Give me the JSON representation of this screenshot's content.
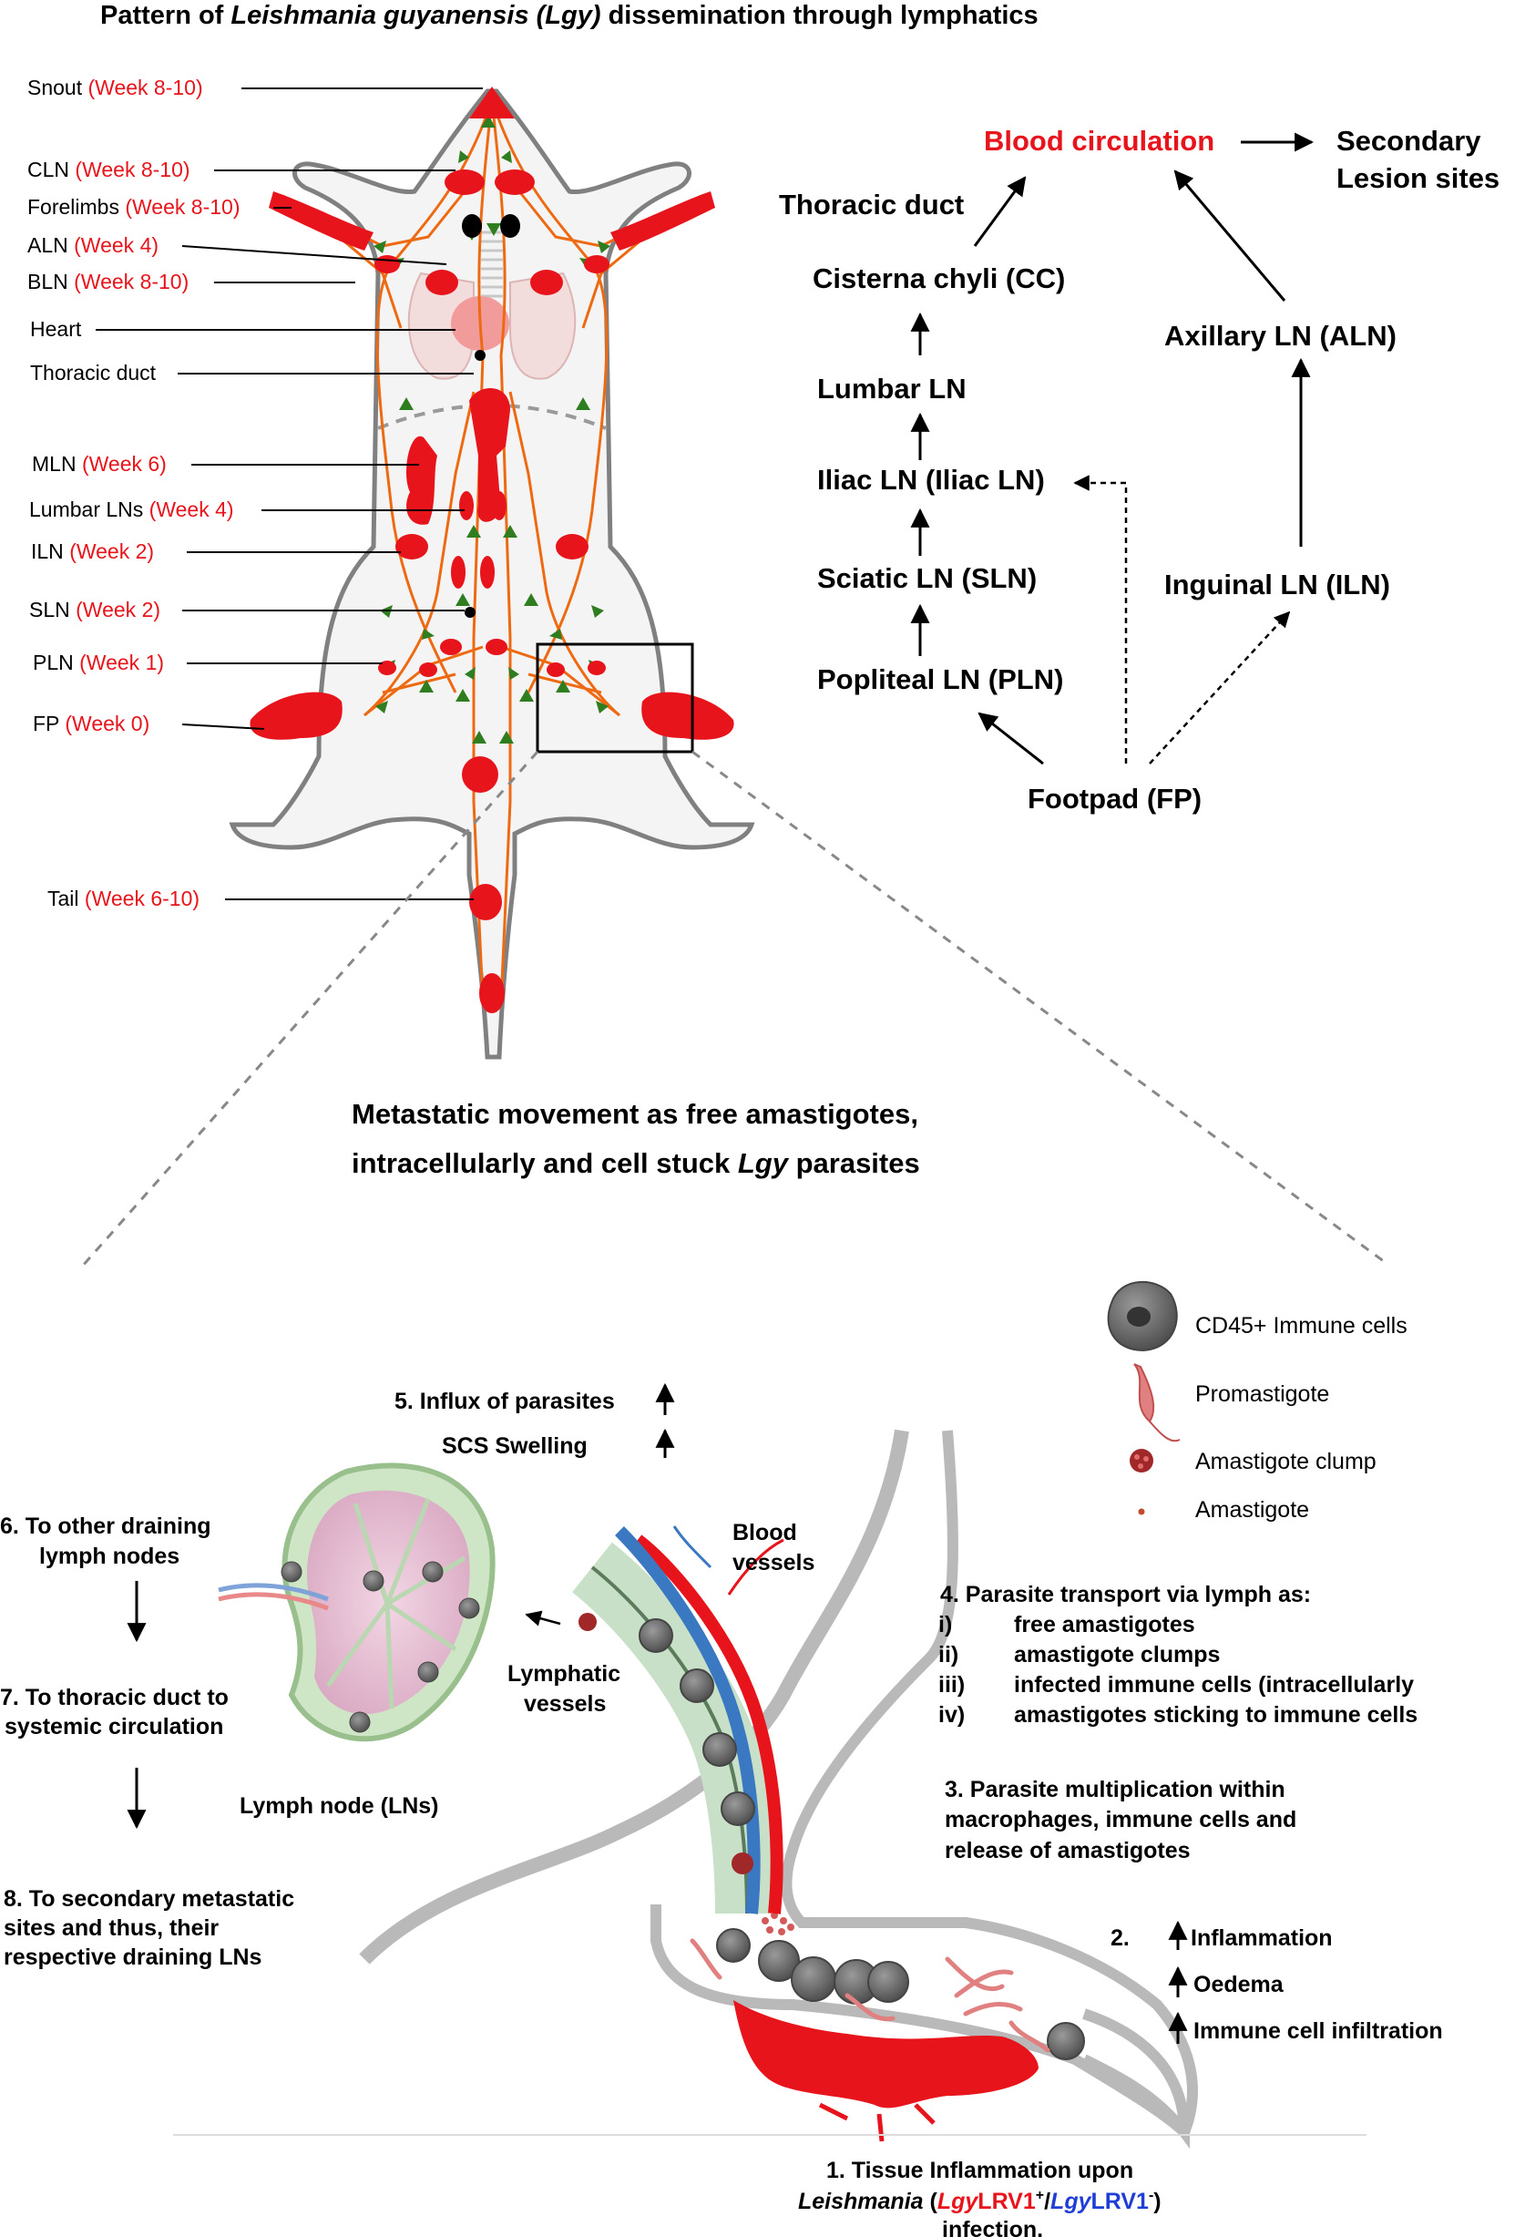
{
  "title": {
    "pre": "Pattern of ",
    "italic": "Leishmania guyanensis (Lgy)",
    "post": " dissemination through lymphatics"
  },
  "mouse_labels": [
    {
      "name": "Snout",
      "week": "(Week 8-10)"
    },
    {
      "name": "CLN",
      "week": "(Week 8-10)"
    },
    {
      "name": "Forelimbs",
      "week": "(Week 8-10)"
    },
    {
      "name": "ALN",
      "week": "(Week 4)"
    },
    {
      "name": "BLN",
      "week": "(Week 8-10)"
    },
    {
      "name": "Heart",
      "week": ""
    },
    {
      "name": "Thoracic duct",
      "week": ""
    },
    {
      "name": "MLN",
      "week": "(Week 6)"
    },
    {
      "name": "Lumbar LNs",
      "week": "(Week 4)"
    },
    {
      "name": "ILN",
      "week": "(Week 2)"
    },
    {
      "name": "SLN",
      "week": "(Week 2)"
    },
    {
      "name": "PLN",
      "week": "(Week 1)"
    },
    {
      "name": "FP",
      "week": "(Week 0)"
    },
    {
      "name": "Tail",
      "week": "(Week 6-10)"
    }
  ],
  "flow": {
    "blood_circulation": "Blood circulation",
    "secondary_1": "Secondary",
    "secondary_2": "Lesion sites",
    "thoracic_duct": "Thoracic duct",
    "cisterna": "Cisterna chyli (CC)",
    "axillary": "Axillary LN (ALN)",
    "lumbar": "Lumbar LN",
    "iliac": "Iliac LN (Iliac LN)",
    "sciatic": "Sciatic LN (SLN)",
    "inguinal": "Inguinal LN (ILN)",
    "popliteal": "Popliteal LN (PLN)",
    "footpad": "Footpad (FP)"
  },
  "metastatic_heading": {
    "line1": "Metastatic movement as free amastigotes,",
    "line2_pre": "intracellularly and cell stuck ",
    "line2_italic": "Lgy",
    "line2_post": " parasites"
  },
  "legend": [
    {
      "label": "CD45+ Immune cells",
      "icon": "immune-cell-icon"
    },
    {
      "label": "Promastigote",
      "icon": "promastigote-icon"
    },
    {
      "label": "Amastigote clump",
      "icon": "amastigote-clump-icon"
    },
    {
      "label": "Amastigote",
      "icon": "amastigote-icon"
    }
  ],
  "steps": {
    "s5_a": "5.  Influx of parasites",
    "s5_b": "SCS Swelling",
    "s6_a": "6. To other draining",
    "s6_b": "lymph nodes",
    "s7_a": "7. To thoracic duct to",
    "s7_b": "systemic circulation",
    "s8_a": "8. To secondary metastatic",
    "s8_b": "sites and thus, their",
    "s8_c": "respective draining LNs",
    "s4_title": "4. Parasite transport via lymph as:",
    "s4_items": [
      {
        "num": "i)",
        "text": "free amastigotes"
      },
      {
        "num": "ii)",
        "text": "amastigote clumps"
      },
      {
        "num": "iii)",
        "text": "infected immune cells (intracellularly"
      },
      {
        "num": "iv)",
        "text": "amastigotes sticking to immune cells"
      }
    ],
    "s3_a": "3. Parasite multiplication within",
    "s3_b": "macrophages, immune cells and",
    "s3_c": "release of amastigotes",
    "s2_num": "2.",
    "s2_items": [
      "Inflammation",
      "Oedema",
      "Immune cell infiltration"
    ],
    "s1_line1": "1. Tissue Inflammation upon",
    "s1_line2_italic": "Leishmania",
    "s1_open": " (",
    "s1_lgy1": "Lgy",
    "s1_lrv1": "LRV1",
    "s1_plus": "+",
    "s1_slash": "/",
    "s1_lgy2": "Lgy",
    "s1_lrv2": "LRV1",
    "s1_minus": "-",
    "s1_close": ")",
    "s1_line3": "infection."
  },
  "anatomy_labels": {
    "blood_vessels_1": "Blood",
    "blood_vessels_2": "vessels",
    "lymphatic_1": "Lymphatic",
    "lymphatic_2": "vessels",
    "lymph_node": "Lymph node (LNs)"
  },
  "colors": {
    "accent_red": "#e8141c",
    "lymph_orange": "#ee6a12",
    "arrow_green": "#2e7d1e",
    "blue_lrv": "#1f3ed6"
  }
}
